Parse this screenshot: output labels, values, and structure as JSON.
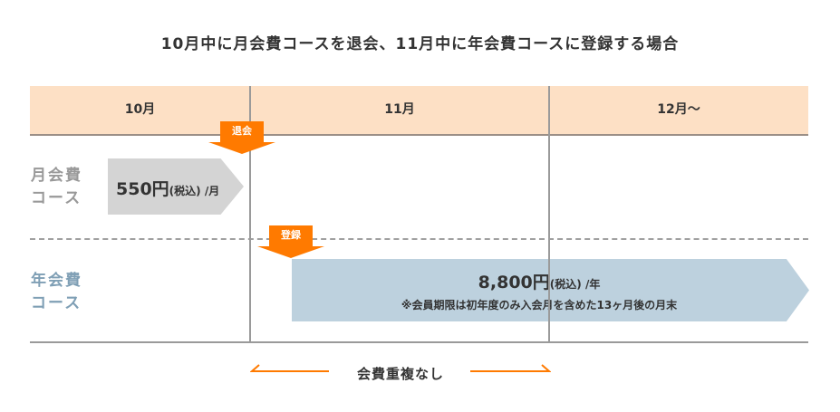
{
  "title": "10月中に月会費コースを退会、11月中に年会費コースに登録する場合",
  "columns": [
    "10月",
    "11月",
    "12月〜"
  ],
  "rows": {
    "monthly": {
      "label1": "月会費",
      "label2": "コース",
      "price": "550円",
      "tax": "(税込)",
      "per": " /月"
    },
    "yearly": {
      "label1": "年会費",
      "label2": "コース",
      "price": "8,800円",
      "tax": "(税込)",
      "per": " /年",
      "note": "※会員期限は初年度のみ入会月を含めた13ヶ月後の月末"
    }
  },
  "markers": {
    "withdraw": "退会",
    "register": "登録"
  },
  "overlap_label": "会費重複なし",
  "colors": {
    "header": "#fde0c5",
    "accent": "#ff7a00",
    "monthly": "#d4d4d4",
    "yearly": "#bdd1de",
    "yearly_label": "#7f9fb5",
    "monthly_label": "#999999"
  }
}
